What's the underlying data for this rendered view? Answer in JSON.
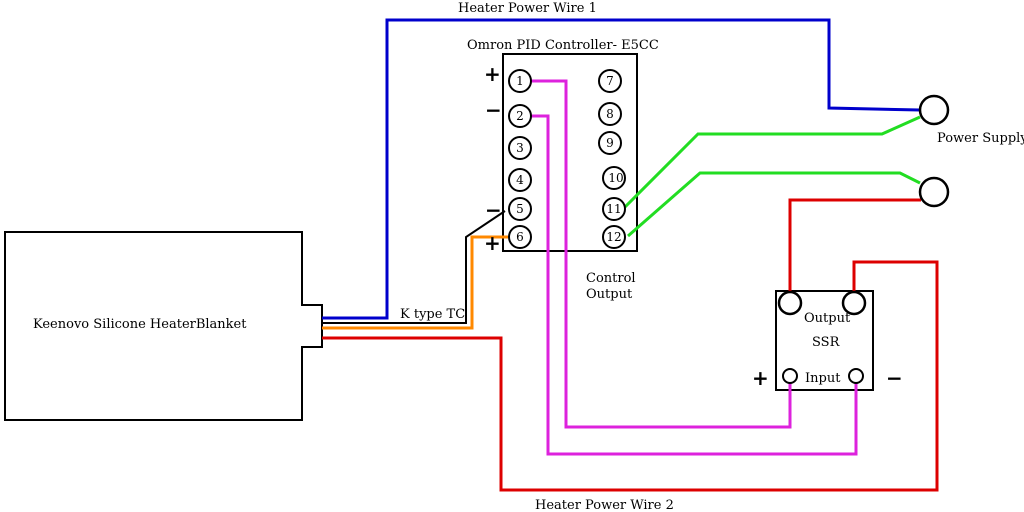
{
  "colors": {
    "wire1": "#0000cc",
    "wire2": "#dd0000",
    "control": "#dd22dd",
    "supply": "#22dd22",
    "thermocouple": "#ff8800",
    "outline": "#000000",
    "wire1_label": "#1a1aa0",
    "wire2_label": "#cc1111",
    "control_label": "#cc22cc"
  },
  "labels": {
    "heater_power_wire_1": "Heater Power Wire 1",
    "heater_power_wire_2": "Heater Power Wire 2",
    "controller_title": "Omron PID Controller- E5CC",
    "power_supply": "Power Supply",
    "k_type_tc": "K type TC",
    "blanket": "Keenovo Silicone HeaterBlanket",
    "control_output_1": "Control",
    "control_output_2": "Output",
    "ssr_title": "SSR",
    "ssr_output": "Output",
    "ssr_input": "Input"
  },
  "controller": {
    "left_terminals": [
      "1",
      "2",
      "3",
      "4",
      "5",
      "6"
    ],
    "right_terminals": [
      "7",
      "8",
      "9",
      "10",
      "11",
      "12"
    ]
  },
  "signs": {
    "t1": "+",
    "t2": "−",
    "t5": "−",
    "t6": "+",
    "ssr_plus": "+",
    "ssr_minus": "−"
  }
}
